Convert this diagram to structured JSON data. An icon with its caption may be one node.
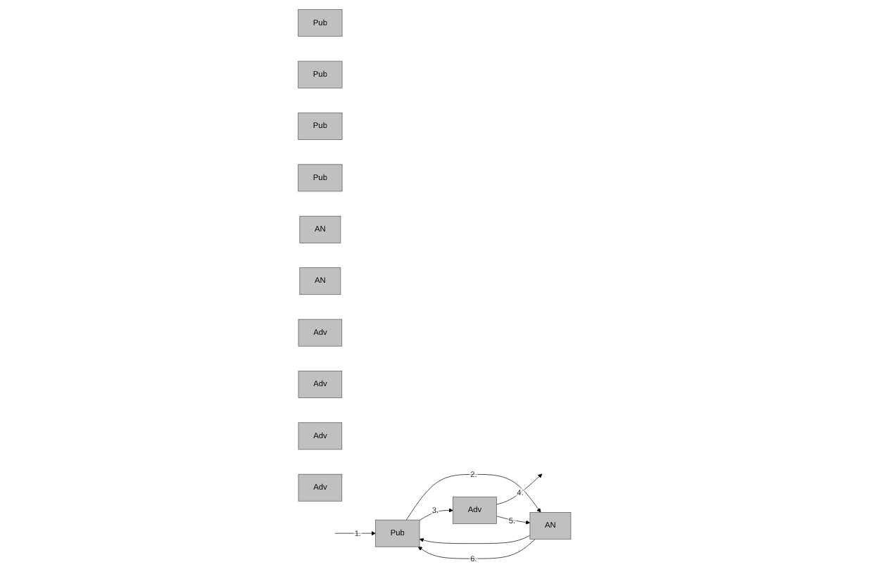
{
  "diagram": {
    "nodes": [
      {
        "text": [
          "Pub"
        ]
      },
      {
        "text": [
          "Pub"
        ]
      },
      {
        "text": [
          "Pub"
        ]
      },
      {
        "text": [
          "Pub"
        ]
      },
      {
        "text": [
          "Pub"
        ]
      },
      {
        "text": [
          "AN"
        ]
      },
      {
        "text": [
          "AN"
        ]
      },
      {
        "text": [
          "AN"
        ]
      },
      {
        "text": [
          "Adv"
        ]
      },
      {
        "text": [
          "Adv"
        ]
      },
      {
        "text": [
          "Adv"
        ]
      },
      {
        "text": [
          "Adv"
        ]
      },
      {
        "text": [
          "Adv"
        ]
      }
    ],
    "edges": [
      {
        "from": null,
        "to": 2,
        "arrow": "to",
        "label": "1."
      },
      {
        "from": 2,
        "to": 6,
        "arrow": "to",
        "label": "2."
      },
      {
        "from": 6,
        "to": 2,
        "arrow": "to"
      },
      {
        "from": 2,
        "to": 10,
        "arrow": "to",
        "label": "3."
      },
      {
        "from": 10,
        "to": null,
        "arrow": "to",
        "label": "4."
      },
      {
        "from": 10,
        "to": 6,
        "arrow": "to",
        "label": "5."
      },
      {
        "from": 6,
        "to": 2,
        "arrow": "to",
        "label": "6."
      }
    ]
  }
}
